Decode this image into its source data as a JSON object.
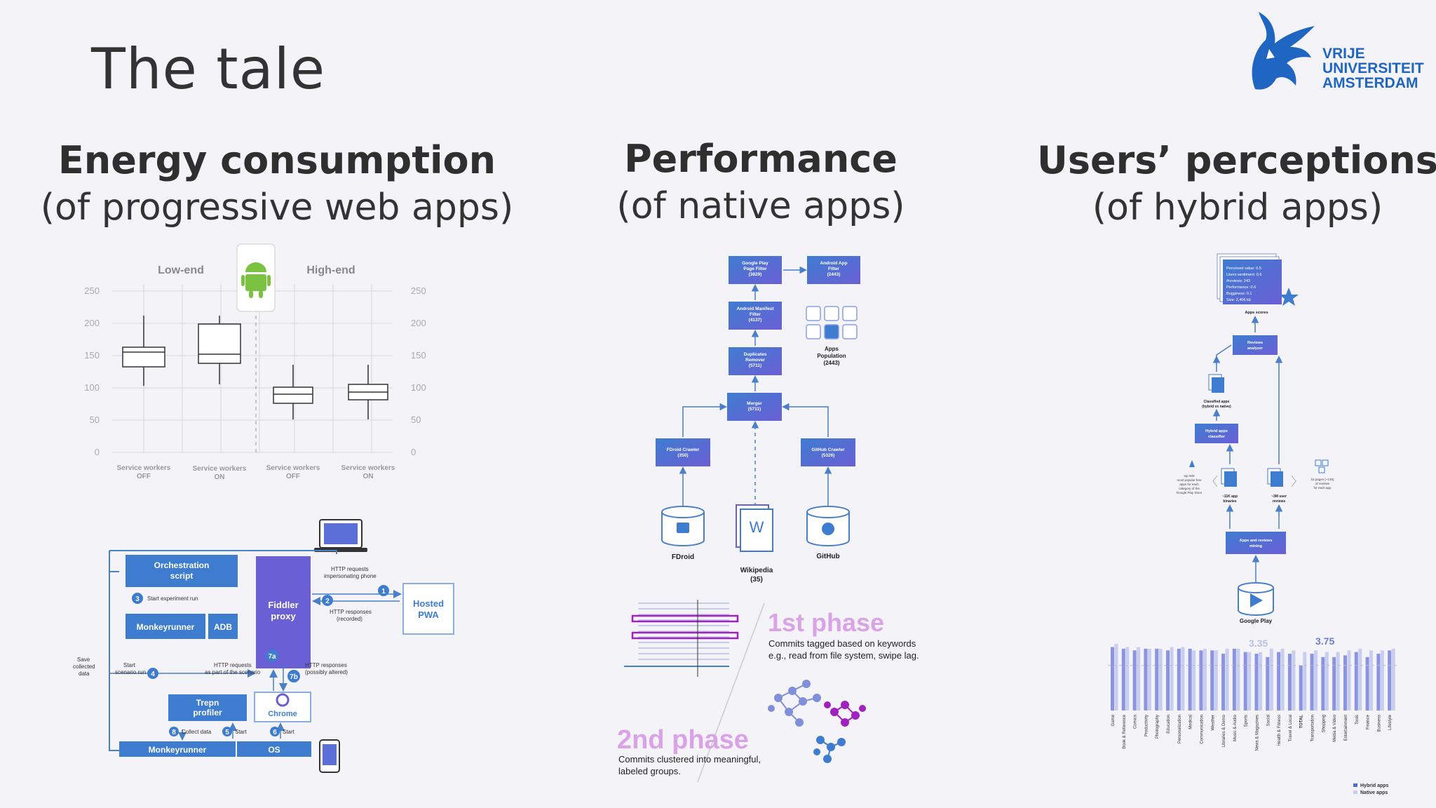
{
  "slide": {
    "title": "The tale"
  },
  "logo": {
    "line1": "VRIJE",
    "line2": "UNIVERSITEIT",
    "line3": "AMSTERDAM"
  },
  "columns": [
    {
      "heading": "Energy consumption",
      "subheading": "(of progressive web apps)"
    },
    {
      "heading": "Performance",
      "subheading": "(of native apps)"
    },
    {
      "heading": "Users’ perceptions",
      "subheading": "(of hybrid apps)"
    }
  ],
  "energy_chart": {
    "group_labels": [
      "Low-end",
      "High-end"
    ],
    "y_ticks_left": [
      "250",
      "200",
      "150",
      "100",
      "50",
      "0"
    ],
    "y_ticks_right": [
      "250",
      "200",
      "150",
      "100",
      "50",
      "0"
    ],
    "categories": [
      [
        "Service workers",
        "OFF"
      ],
      [
        "Service workers",
        "ON"
      ],
      [
        "Service workers",
        "OFF"
      ],
      [
        "Service workers",
        "ON"
      ]
    ]
  },
  "chart_data": {
    "type": "bar",
    "title": "",
    "y_ticks": [
      "3.35",
      "3.75"
    ],
    "categories": [
      "Game",
      "Book & Reference",
      "Comics",
      "Productivity",
      "Photography",
      "Education",
      "Personalization",
      "Medical",
      "Communication",
      "Weather",
      "Libraries & Demo",
      "Music & Audio",
      "Sports",
      "News & Magazines",
      "Social",
      "Health & Fitness",
      "Travel & Local",
      "TOTAL",
      "Transportation",
      "Shopping",
      "Media & Video",
      "Entertainment",
      "Tools",
      "Finance",
      "Business",
      "Lifestyle"
    ],
    "series": [
      {
        "name": "Hybrid apps",
        "values": [
          3.9,
          3.85,
          3.8,
          3.85,
          3.85,
          3.8,
          3.85,
          3.85,
          3.8,
          3.8,
          3.7,
          3.85,
          3.75,
          3.7,
          3.6,
          3.75,
          3.7,
          3.35,
          3.7,
          3.6,
          3.6,
          3.65,
          3.75,
          3.6,
          3.7,
          3.8
        ]
      },
      {
        "name": "Native apps",
        "values": [
          4.0,
          3.9,
          3.9,
          3.85,
          3.85,
          3.9,
          3.9,
          3.8,
          3.85,
          3.8,
          3.85,
          3.85,
          3.75,
          3.75,
          3.85,
          3.85,
          3.8,
          3.75,
          3.8,
          3.75,
          3.75,
          3.8,
          3.85,
          3.8,
          3.8,
          3.85
        ]
      }
    ],
    "legend": "bottom-right"
  },
  "arch": {
    "orchestration": "Orchestration script",
    "fiddler": "Fiddler proxy",
    "hosted": "Hosted PWA",
    "monkeyrunner": "Monkeyrunner",
    "adb": "ADB",
    "trepn": "Trepn profiler",
    "chrome": "Chrome",
    "monkeyrunner2": "Monkeyrunner",
    "os": "OS",
    "step3": "Start experiment run",
    "req1": "HTTP requests impersonating phone",
    "resp2": "HTTP responses (recorded)",
    "save": "Save collected data",
    "start4": "Start scenario run",
    "req7a": "HTTP requests as part of the scenario",
    "resp7b": "HTTP responses (possibly altered)",
    "collect8": "Collect data",
    "start5": "Start",
    "start6": "Start",
    "n1": "1",
    "n2": "2",
    "n3": "3",
    "n4": "4",
    "n5": "5",
    "n6": "6",
    "n7a": "7a",
    "n7b": "7b",
    "n8": "8"
  },
  "pipeline": {
    "gp_filter": "Google Play Page Filter (3829)",
    "android_filter": "Android App Filter (2443)",
    "manifest": "Android Manifest Filter (4137)",
    "population": "Apps Population (2443)",
    "duplicates": "Duplicates Remover (5711)",
    "merger": "Merger (5711)",
    "fdroid_crawler": "FDroid Crawler (250)",
    "github_crawler": "GitHub Crawler (5326)",
    "fdroid": "FDroid",
    "wikipedia": "Wikipedia (35)",
    "github": "GitHub"
  },
  "phases": {
    "phase1": "1st phase",
    "phase1_desc1": "Commits tagged based on keywords",
    "phase1_desc2": "e.g., read from file system, swipe lag.",
    "phase2": "2nd phase",
    "phase2_desc1": "Commits clustered into meaningful,",
    "phase2_desc2": "labeled groups."
  },
  "hybrid_flow": {
    "card_lines": [
      "Perceived value: 0.5",
      "Users sentiment: 0.6",
      "#reviews: 243",
      "Performance: 0.6",
      "Bugginess: 0.1",
      "Size: 2,406 kb"
    ],
    "app_scores": "Apps scores",
    "reviews_analyzer": "Reviews analyzer",
    "classified": "Classified apps (hybrid vs native)",
    "hybrid_classifier": "Hybrid apps classifier",
    "top500": "top 500 most popular free apps for each category of the Google Play Store",
    "binaries": "~11K app binaries",
    "user_reviews": "~3M user reviews",
    "pages": "15 pages (~135) of reviews for each app",
    "mining": "Apps and reviews mining",
    "google_play": "Google Play",
    "legend_hybrid": "Hybrid apps",
    "legend_native": "Native apps"
  }
}
